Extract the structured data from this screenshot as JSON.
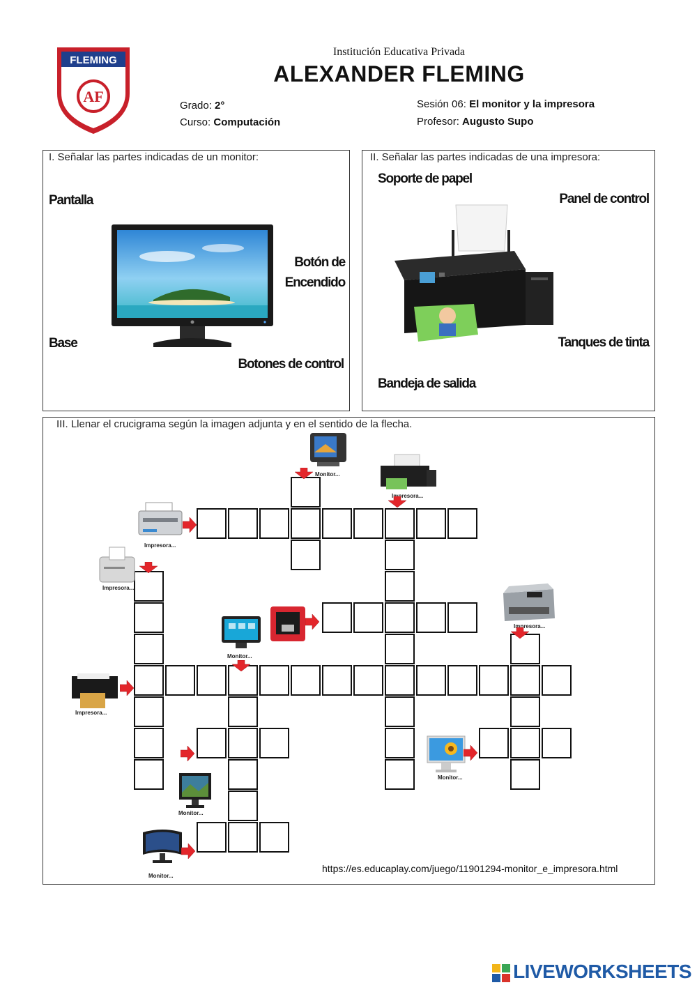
{
  "header": {
    "logo_text": "FLEMING",
    "logo_monogram": "AF",
    "institution": "Institución Educativa Privada",
    "school_name": "ALEXANDER FLEMING",
    "grado_label": "Grado:",
    "grado_value": "2°",
    "curso_label": "Curso:",
    "curso_value": "Computación",
    "sesion_label": "Sesión 06:",
    "sesion_value": "El monitor y la impresora",
    "profesor_label": "Profesor:",
    "profesor_value": "Augusto Supo"
  },
  "section1": {
    "title": "I. Señalar las partes indicadas de un monitor:",
    "labels": {
      "pantalla": "Pantalla",
      "boton_encendido_1": "Botón de",
      "boton_encendido_2": "Encendido",
      "base": "Base",
      "botones_control": "Botones de control"
    }
  },
  "section2": {
    "title": "II. Señalar las partes indicadas de una impresora:",
    "labels": {
      "soporte_papel": "Soporte de papel",
      "panel_control": "Panel de control",
      "tanques_tinta": "Tanques de tinta",
      "bandeja_salida": "Bandeja de salida"
    }
  },
  "section3": {
    "title": "III. Llenar el crucigrama según la imagen adjunta y en el sentido de la flecha.",
    "clue_captions": {
      "monitor": "Monitor...",
      "impresora": "Impresora..."
    },
    "url": "https://es.educaplay.com/juego/11901294-monitor_e_impresora.html"
  },
  "footer": {
    "brand": "LIVEWORKSHEETS"
  },
  "colors": {
    "arrow": "#e3262b",
    "logo_red": "#c8202a",
    "logo_blue": "#1f3f8c",
    "brand_blue": "#1f5aa6"
  }
}
